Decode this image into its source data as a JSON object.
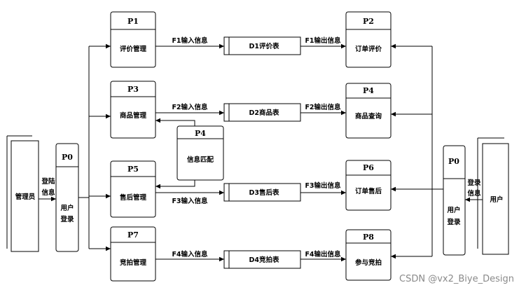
{
  "entities": {
    "admin": "管理员",
    "user": "用户"
  },
  "processes": {
    "p0_admin": {
      "id": "P0",
      "name_line1": "用户",
      "name_line2": "登录"
    },
    "p0_user": {
      "id": "P0",
      "name_line1": "用户",
      "name_line2": "登录"
    },
    "p1": {
      "id": "P1",
      "name": "评价管理"
    },
    "p2": {
      "id": "P2",
      "name": "订单评价"
    },
    "p3": {
      "id": "P3",
      "name": "商品管理"
    },
    "p4_order": {
      "id": "P4",
      "name": "商品查询"
    },
    "p4_match": {
      "id": "P4",
      "name": "信息匹配"
    },
    "p5": {
      "id": "P5",
      "name": "售后管理"
    },
    "p6": {
      "id": "P6",
      "name": "订单售后"
    },
    "p7": {
      "id": "P7",
      "name": "竞拍管理"
    },
    "p8": {
      "id": "P8",
      "name": "参与竞拍"
    }
  },
  "stores": {
    "d1": "D1评价表",
    "d2": "D2商品表",
    "d3": "D3售后表",
    "d4": "D4竞拍表"
  },
  "flows": {
    "admin_login_line1": "登陆",
    "admin_login_line2": "信息",
    "user_login_line1": "登录",
    "user_login_line2": "信息",
    "f1_in": "F1输入信息",
    "f1_out": "F1输出信息",
    "f2_in": "F2输入信息",
    "f2_out": "F2输出信息",
    "f3_in": "F3输入信息",
    "f3_out": "F3输出信息",
    "f4_in": "F4输入信息",
    "f4_out": "F4输出信息"
  },
  "watermark": "CSDN @vx2_Biye_Design"
}
